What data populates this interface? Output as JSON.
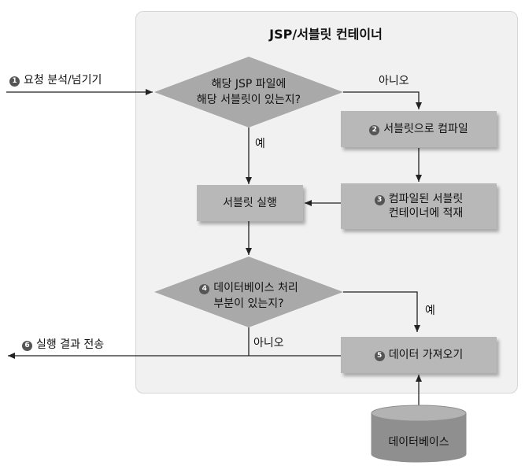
{
  "container": {
    "title": "JSP/서블릿 컨테이너"
  },
  "steps": {
    "s1": {
      "num": "1",
      "label": "요청 분석/넘기기"
    },
    "s2": {
      "num": "2",
      "label": "서블릿으로 컴파일"
    },
    "s3": {
      "num": "3",
      "line1": "컴파일된 서블릿",
      "line2": "컨테이너에 적재"
    },
    "s4": {
      "num": "4",
      "line1": "데이터베이스 처리",
      "line2": "부분이 있는지?"
    },
    "s5": {
      "num": "5",
      "label": "데이터 가져오기"
    },
    "s6": {
      "num": "6",
      "label": "실행 결과 전송"
    }
  },
  "decision1": {
    "line1": "해당 JSP 파일에",
    "line2": "해당 서블릿이 있는지?"
  },
  "run_servlet": "서블릿 실행",
  "edge_labels": {
    "no1": "아니오",
    "yes1": "예",
    "yes2": "예",
    "no2": "아니오"
  },
  "database": "데이터베이스"
}
